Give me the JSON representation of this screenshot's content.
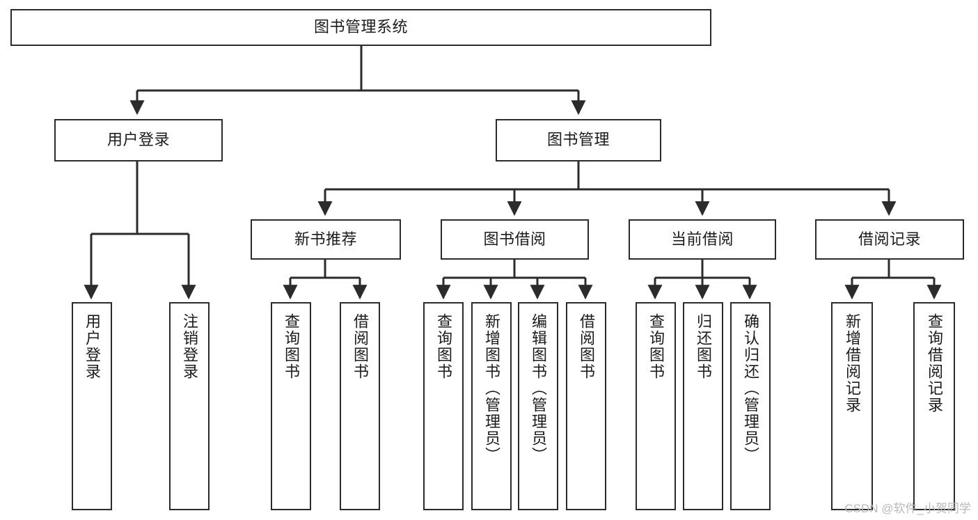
{
  "diagram": {
    "type": "tree",
    "title": "图书管理系统",
    "watermark": "CSDN @软件_小贺同学",
    "nodes": {
      "root": {
        "label": "图书管理系统"
      },
      "user_login": {
        "label": "用户登录"
      },
      "book_manage": {
        "label": "图书管理"
      },
      "new_book_rec": {
        "label": "新书推荐"
      },
      "book_borrow": {
        "label": "图书借阅"
      },
      "current_borrow": {
        "label": "当前借阅"
      },
      "borrow_record": {
        "label": "借阅记录"
      },
      "leaf_user_login": {
        "label": "用户登录"
      },
      "leaf_logout": {
        "label": "注销登录"
      },
      "leaf_query_book_1": {
        "label": "查询图书"
      },
      "leaf_borrow_book_1": {
        "label": "借阅图书"
      },
      "leaf_query_book_2": {
        "label": "查询图书"
      },
      "leaf_add_book": {
        "label": "新增图书（管理员）"
      },
      "leaf_edit_book": {
        "label": "编辑图书（管理员）"
      },
      "leaf_borrow_book_2": {
        "label": "借阅图书"
      },
      "leaf_query_book_3": {
        "label": "查询图书"
      },
      "leaf_return_book": {
        "label": "归还图书"
      },
      "leaf_confirm_return": {
        "label": "确认归还（管理员）"
      },
      "leaf_add_record": {
        "label": "新增借阅记录"
      },
      "leaf_query_record": {
        "label": "查询借阅记录"
      }
    },
    "colors": {
      "stroke": "#2b2b2b",
      "fill": "#ffffff",
      "text": "#1b1b1b",
      "watermark": "#b9b9b9"
    }
  }
}
